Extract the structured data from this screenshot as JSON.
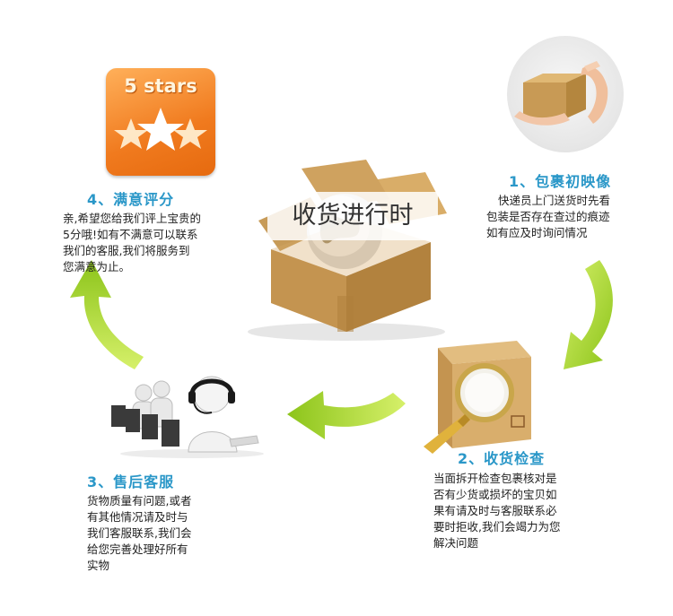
{
  "center": {
    "label": "收货进行时"
  },
  "badge": {
    "text": "5 stars"
  },
  "steps": [
    {
      "title": "1、包裹初映像",
      "lines": [
        "快递员上门送货时先看",
        "包装是否存在查过的痕迹",
        "如有应及时询问情况"
      ]
    },
    {
      "title": "2、收货检查",
      "lines": [
        "当面拆开检查包裹核对是",
        "否有少货或损坏的宝贝如",
        "果有请及时与客服联系必",
        "要时拒收,我们会竭力为您",
        "解决问题"
      ]
    },
    {
      "title": "3、售后客服",
      "lines": [
        "货物质量有问题,或者",
        "有其他情况请及时与",
        "我们客服联系,我们会",
        "给您完善处理好所有",
        "实物"
      ]
    },
    {
      "title": "4、满意评分",
      "lines": [
        "亲,希望您给我们评上宝贵的",
        "5分哦!如有不满意可以联系",
        "我们的客服,我们将服务到",
        "您满意为止。"
      ]
    }
  ],
  "colors": {
    "title": "#2a97c8",
    "arrow": "#a6d81c",
    "badge": "#f07a1e"
  }
}
